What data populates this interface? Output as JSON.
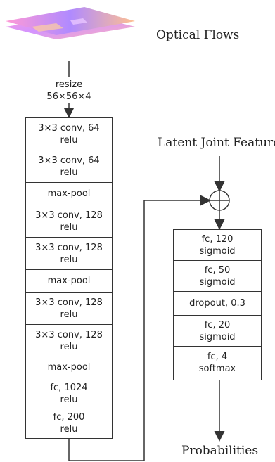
{
  "input_label": "Optical Flows",
  "resize": {
    "line1": "resize",
    "line2": "56×56×4"
  },
  "feature_label": "Latent Joint Feature",
  "output_label": "Probabilities",
  "cnn_layers": [
    {
      "line1": "3×3 conv, 64",
      "line2": "relu"
    },
    {
      "line1": "3×3 conv, 64",
      "line2": "relu"
    },
    {
      "line1": "max-pool",
      "line2": ""
    },
    {
      "line1": "3×3 conv, 128",
      "line2": "relu"
    },
    {
      "line1": "3×3 conv, 128",
      "line2": "relu"
    },
    {
      "line1": "max-pool",
      "line2": ""
    },
    {
      "line1": "3×3 conv, 128",
      "line2": "relu"
    },
    {
      "line1": "3×3 conv, 128",
      "line2": "relu"
    },
    {
      "line1": "max-pool",
      "line2": ""
    },
    {
      "line1": "fc, 1024",
      "line2": "relu"
    },
    {
      "line1": "fc, 200",
      "line2": "relu"
    }
  ],
  "head_layers": [
    {
      "line1": "fc, 120",
      "line2": "sigmoid"
    },
    {
      "line1": "fc, 50",
      "line2": "sigmoid"
    },
    {
      "line1": "dropout, 0.3",
      "line2": ""
    },
    {
      "line1": "fc, 20",
      "line2": "sigmoid"
    },
    {
      "line1": "fc, 4",
      "line2": "softmax"
    }
  ],
  "colors": {
    "line": "#333333",
    "flow_a": "#ff5fa0",
    "flow_b": "#c46cff",
    "flow_c": "#ffb07a"
  }
}
